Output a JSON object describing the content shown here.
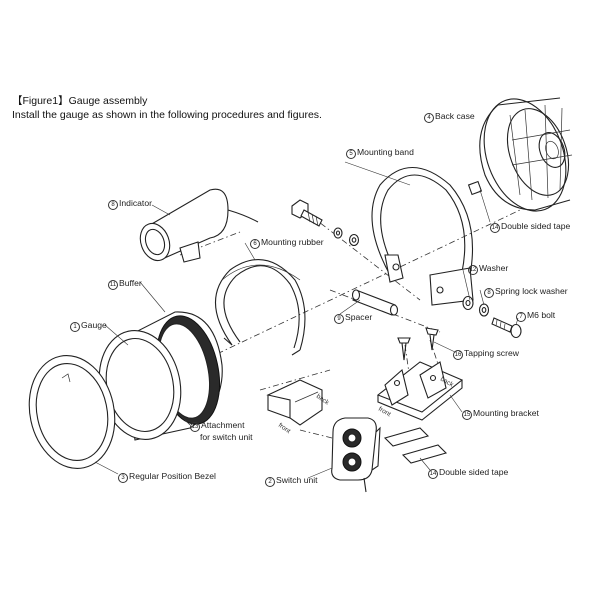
{
  "heading": {
    "title": "【Figure1】Gauge assembly",
    "instruction": "Install the gauge as shown in the following procedures and figures."
  },
  "parts": {
    "back_case": {
      "num": "4",
      "label": "Back case"
    },
    "mounting_band": {
      "num": "5",
      "label": "Mounting band"
    },
    "indicator": {
      "num": "8",
      "label": "Indicator"
    },
    "mounting_rubber": {
      "num": "6",
      "label": "Mounting rubber"
    },
    "double_tape_top": {
      "num": "14",
      "label": "Double sided tape"
    },
    "buffer": {
      "num": "11",
      "label": "Buffer"
    },
    "washer": {
      "num": "12",
      "label": "Washer"
    },
    "spring_lock_washer": {
      "num": "8",
      "label": "Spring lock washer"
    },
    "gauge": {
      "num": "1",
      "label": "Gauge"
    },
    "spacer": {
      "num": "9",
      "label": "Spacer"
    },
    "m6_bolt": {
      "num": "7",
      "label": "M6 bolt"
    },
    "tapping_screw": {
      "num": "16",
      "label": "Tapping screw"
    },
    "attachment": {
      "num": "13",
      "label": "Attachment",
      "label2": "for switch unit"
    },
    "mounting_bracket": {
      "num": "15",
      "label": "Mounting bracket"
    },
    "switch_unit": {
      "num": "2",
      "label": "Switch unit"
    },
    "double_tape_bottom": {
      "num": "14",
      "label": "Double sided tape"
    },
    "bezel": {
      "num": "3",
      "label": "Regular Position Bezel"
    }
  },
  "markings": {
    "back": "back",
    "front": "front"
  }
}
